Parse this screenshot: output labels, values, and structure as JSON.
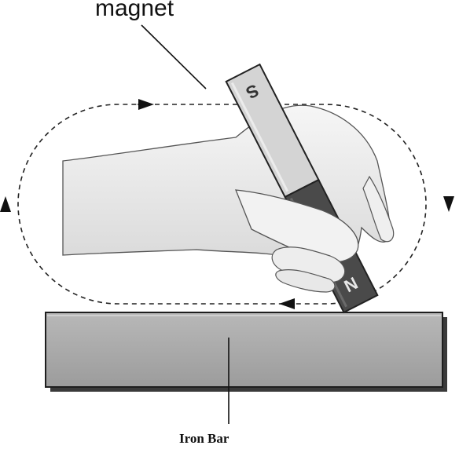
{
  "labels": {
    "magnet": "magnet",
    "iron_bar": "Iron Bar"
  },
  "magnet": {
    "south_pole": "S",
    "north_pole": "N"
  },
  "colors": {
    "magnet_south": "#d4d4d4",
    "magnet_north": "#4a4a4a",
    "iron_bar": "#a9a9a9",
    "hand": "#efefef",
    "outline": "#222222"
  }
}
